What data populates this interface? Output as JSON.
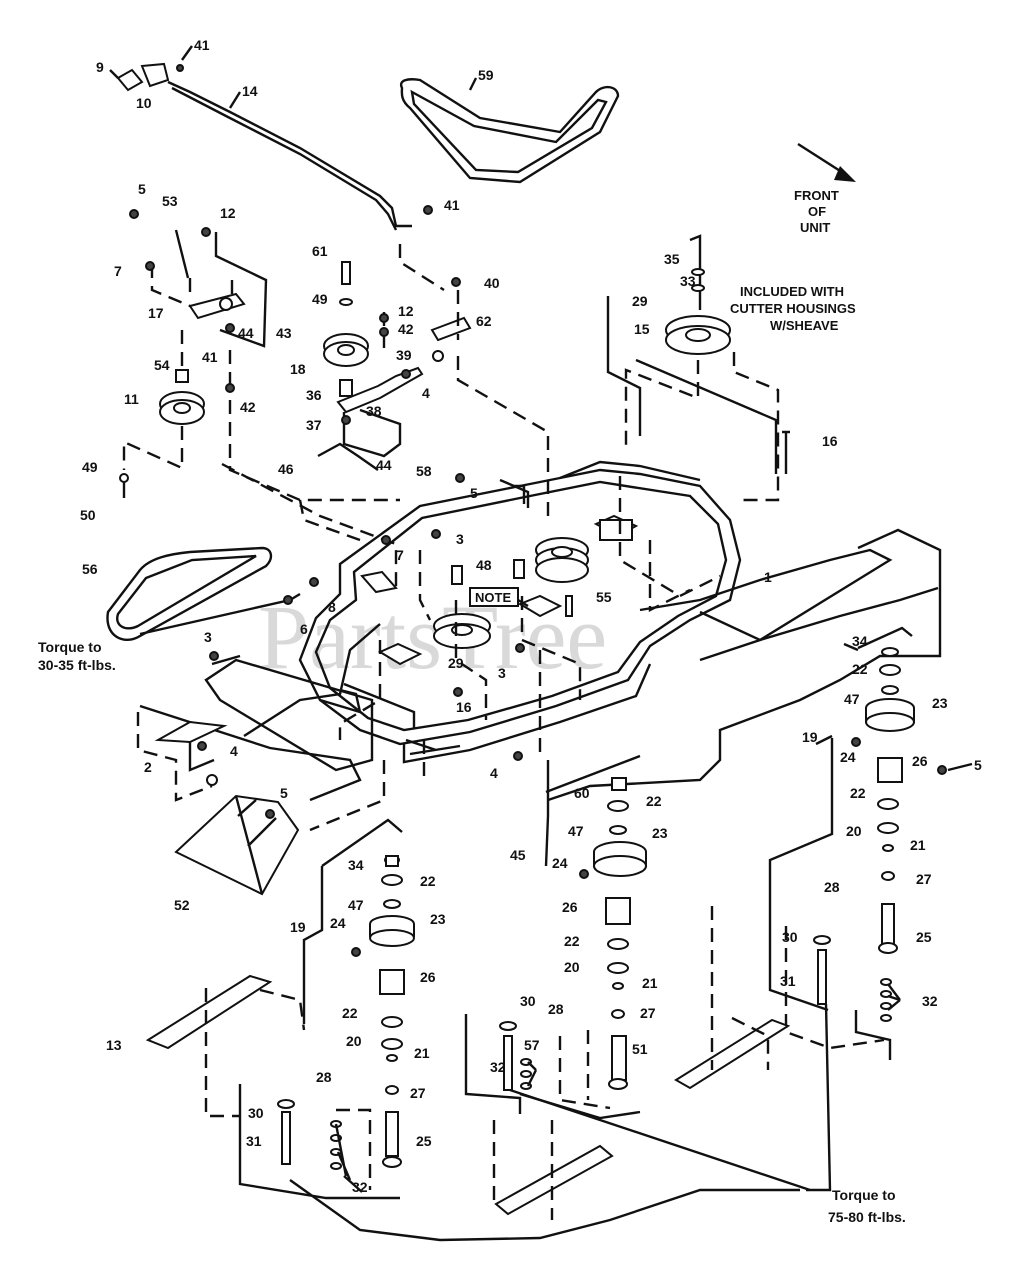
{
  "watermark": "PartsTree",
  "notes": {
    "front_line1": "FRONT",
    "front_line2": "OF",
    "front_line3": "UNIT",
    "included_line1": "INCLUDED WITH",
    "included_line2": "CUTTER HOUSINGS",
    "included_line3": "W/SHEAVE",
    "note_box": "NOTE",
    "torque_small_line1": "Torque to",
    "torque_small_line2": "30-35 ft-lbs.",
    "torque_large_line1": "Torque to",
    "torque_large_line2": "75-80 ft-lbs."
  },
  "callouts": [
    "41",
    "9",
    "10",
    "14",
    "59",
    "5",
    "53",
    "12",
    "41",
    "7",
    "17",
    "41",
    "44",
    "43",
    "61",
    "49",
    "18",
    "12",
    "42",
    "40",
    "62",
    "39",
    "4",
    "36",
    "38",
    "37",
    "46",
    "44",
    "58",
    "35",
    "33",
    "29",
    "15",
    "16",
    "54",
    "11",
    "42",
    "49",
    "50",
    "5",
    "3",
    "48",
    "55",
    "1",
    "7",
    "56",
    "6",
    "8",
    "3",
    "29",
    "3",
    "16",
    "2",
    "4",
    "4",
    "5",
    "52",
    "34",
    "22",
    "47",
    "23",
    "19",
    "24",
    "26",
    "5",
    "22",
    "20",
    "21",
    "27",
    "28",
    "25",
    "30",
    "31",
    "32",
    "60",
    "22",
    "47",
    "23",
    "45",
    "24",
    "26",
    "22",
    "20",
    "21",
    "27",
    "28",
    "30",
    "57",
    "32",
    "51",
    "34",
    "22",
    "47",
    "23",
    "19",
    "24",
    "26",
    "22",
    "20",
    "21",
    "27",
    "28",
    "25",
    "13",
    "30",
    "31",
    "32"
  ]
}
